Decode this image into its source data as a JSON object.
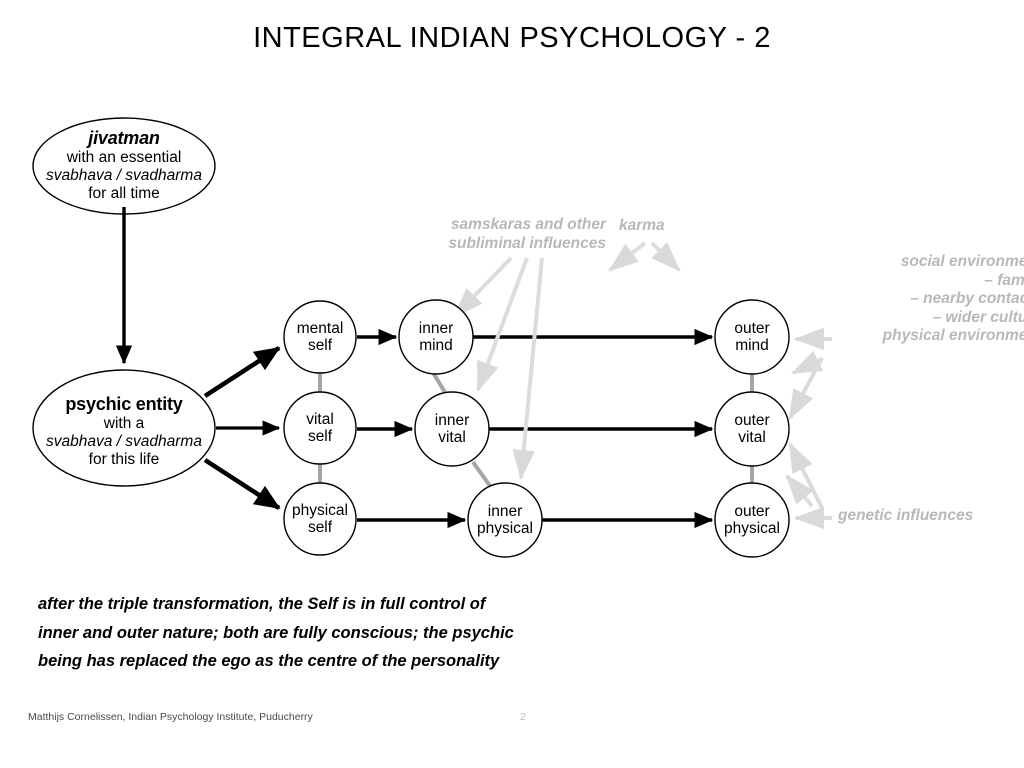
{
  "slide": {
    "title": "INTEGRAL INDIAN PSYCHOLOGY - 2"
  },
  "ellipses": {
    "jivatman": {
      "heading": "jivatman",
      "line2": "with an essential",
      "line3": "svabhava / svadharma",
      "line4": "for all time"
    },
    "psychic_entity": {
      "heading": "psychic entity",
      "line2": "with a",
      "line3": "svabhava / svadharma",
      "line4": "for this life"
    }
  },
  "nodes": {
    "mental_self": {
      "line1": "mental",
      "line2": "self"
    },
    "vital_self": {
      "line1": "vital",
      "line2": "self"
    },
    "physical_self": {
      "line1": "physical",
      "line2": "self"
    },
    "inner_mind": {
      "line1": "inner",
      "line2": "mind"
    },
    "inner_vital": {
      "line1": "inner",
      "line2": "vital"
    },
    "inner_physical": {
      "line1": "inner",
      "line2": "physical"
    },
    "outer_mind": {
      "line1": "outer",
      "line2": "mind"
    },
    "outer_vital": {
      "line1": "outer",
      "line2": "vital"
    },
    "outer_physical": {
      "line1": "outer",
      "line2": "physical"
    }
  },
  "annotations": {
    "samskaras": {
      "line1": "samskaras and other",
      "line2": "subliminal influences"
    },
    "karma": "karma",
    "environment": {
      "line1": "social environment",
      "line2": "–  family",
      "line3": "–  nearby contacts",
      "line4": "–  wider culture",
      "line5": "physical environment"
    },
    "genetic": "genetic influences"
  },
  "caption": {
    "line1": "after the triple transformation, the Self is in full control of",
    "line2": "inner and outer nature; both are fully conscious; the psychic",
    "line3": "being has replaced the ego as the centre of the personality"
  },
  "footer": {
    "credit": "Matthijs Cornelissen, Indian Psychology Institute, Puducherry",
    "page": "2"
  },
  "colors": {
    "ink": "#000000",
    "gray_annotation": "#b8b8b8",
    "gray_connector": "#a6a6a6",
    "footer": "#4a4a4a",
    "background": "#ffffff"
  }
}
